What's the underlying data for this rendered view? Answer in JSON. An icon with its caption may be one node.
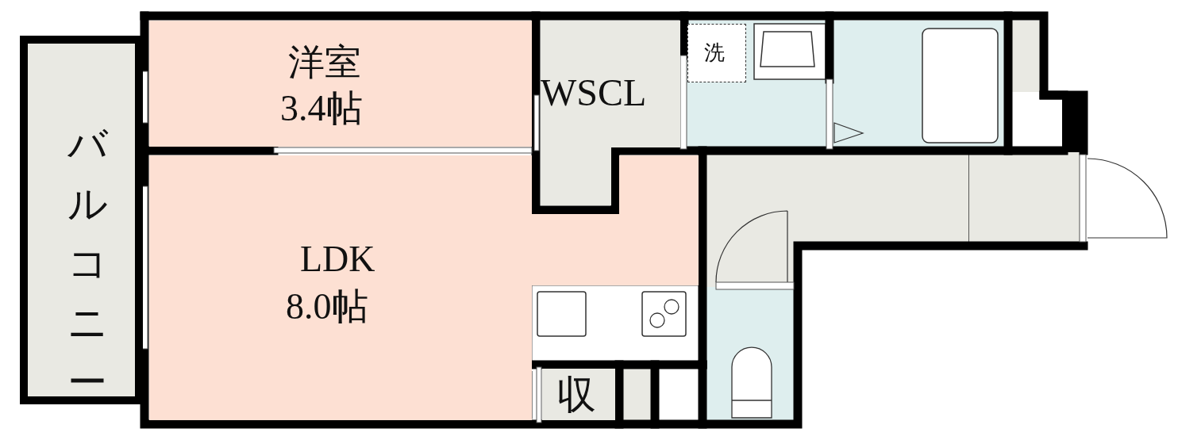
{
  "diagram": {
    "nodes": [
      {
        "text": [
          "バルコニー"
        ]
      },
      {
        "text": [
          "洋室",
          "3.4帖"
        ]
      },
      {
        "text": [
          "WSCL"
        ]
      },
      {
        "text": [
          "洗"
        ]
      },
      {
        "text": [
          "LDK",
          "8.0帖"
        ]
      },
      {
        "text": [
          "収"
        ]
      }
    ]
  }
}
